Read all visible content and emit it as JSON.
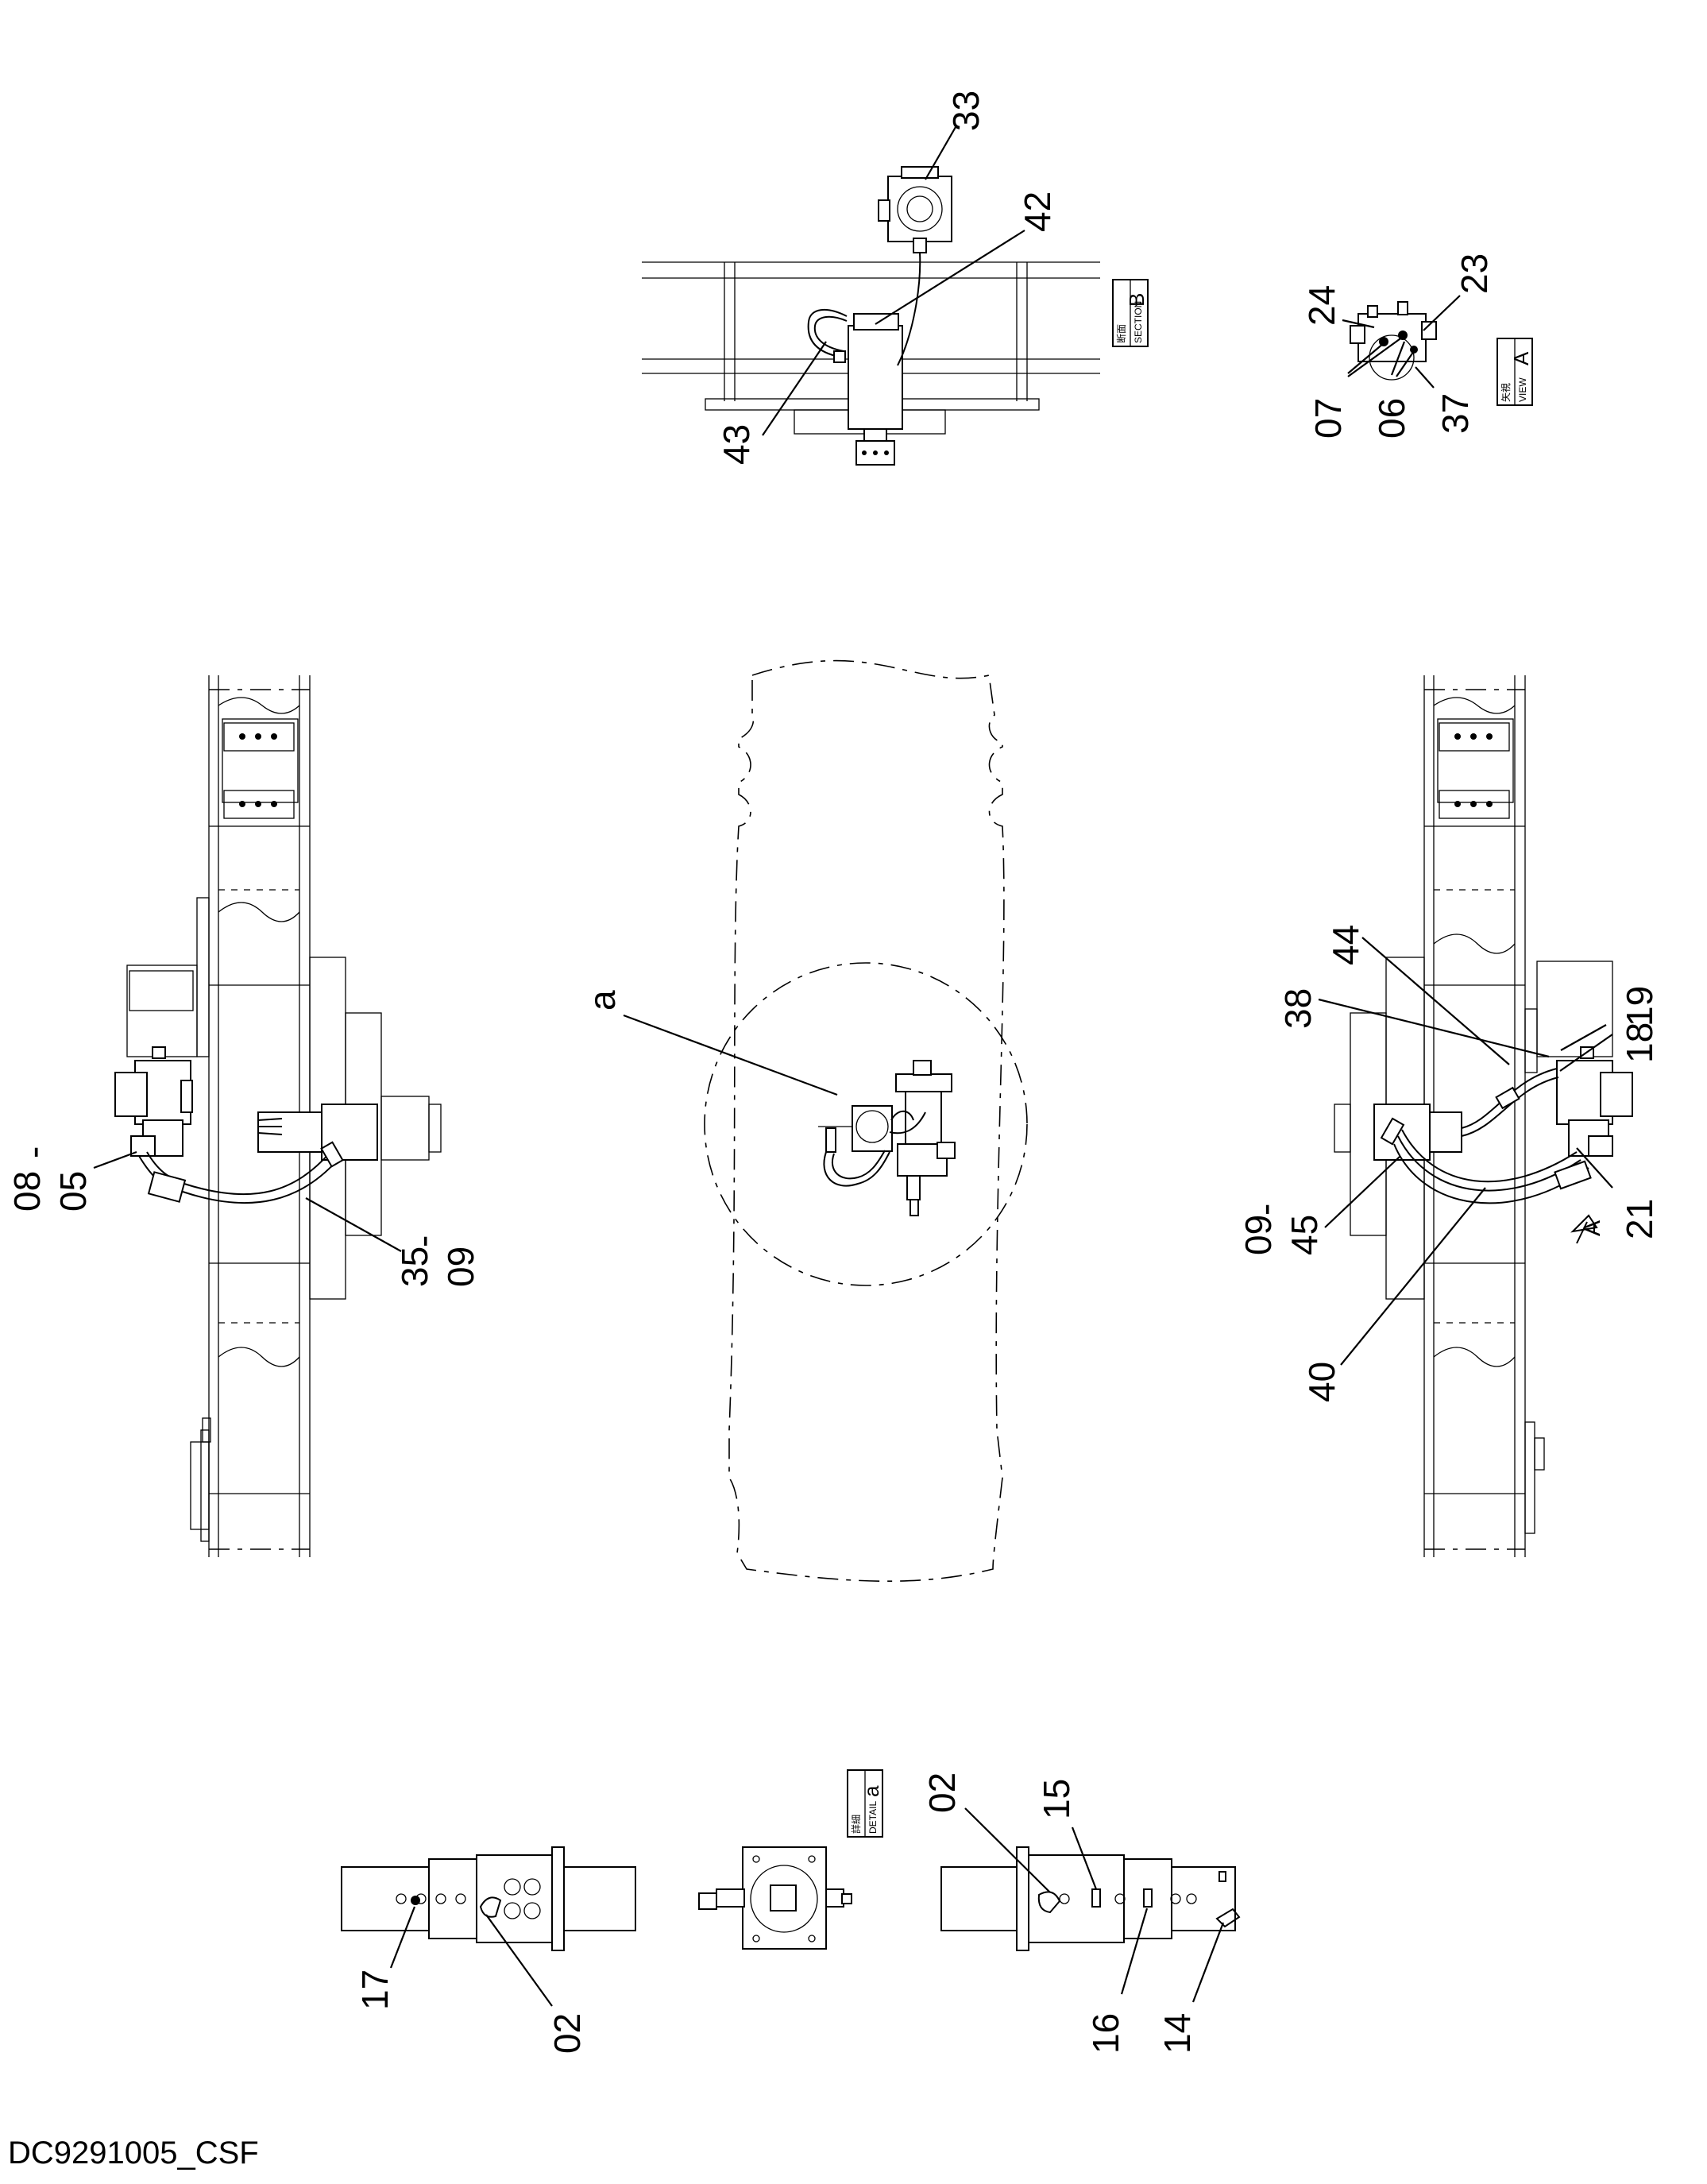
{
  "drawing_code": "DC9291005_CSF",
  "view_labels": {
    "section_b": {
      "letter": "B",
      "jp": "断面",
      "en": "SECTION"
    },
    "view_a": {
      "letter": "A",
      "jp": "矢視",
      "en": "VIEW"
    },
    "detail_a": {
      "letter": "a",
      "jp": "詳細",
      "en": "DETAIL"
    }
  },
  "callouts": {
    "c33": "33",
    "c42": "42",
    "c43": "43",
    "c24": "24",
    "c23": "23",
    "c07": "07",
    "c06": "06",
    "c37": "37",
    "ca": "a",
    "c08_l": "08",
    "c05": "05",
    "c35": "35",
    "c09_l": "09",
    "c44": "44",
    "c38": "38",
    "c19": "19",
    "c18": "18",
    "c21": "21",
    "c09_r": "09",
    "c45": "45",
    "c40": "40",
    "c17": "17",
    "c02_l": "02",
    "c02_r": "02",
    "c15": "15",
    "c16": "16",
    "c14": "14"
  },
  "separator": "-",
  "arrow_label": "A"
}
